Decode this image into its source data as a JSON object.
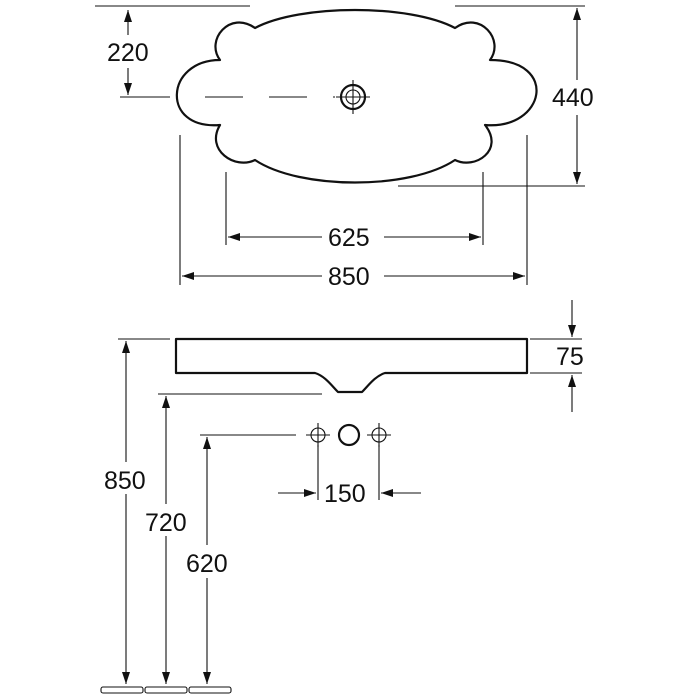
{
  "dimensions": {
    "top_half_width": "220",
    "top_depth": "440",
    "inner_width": "625",
    "overall_width": "850",
    "rim_height": "75",
    "floor_to_rim": "850",
    "floor_to_outlet": "720",
    "floor_to_taps": "620",
    "tap_spacing": "150"
  }
}
